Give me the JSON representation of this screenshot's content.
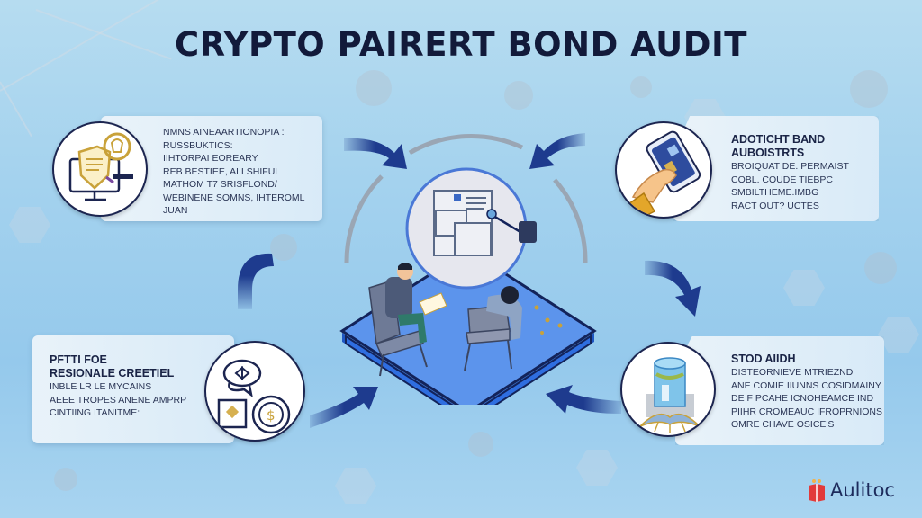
{
  "header": {
    "title": "CRYPTO PAIRERT  BOND  AUDIT"
  },
  "panels": {
    "top_left": {
      "icon": "security-shield-monitor-icon",
      "lines": [
        "NMNS AINEAARTIONOPIA :",
        "RUSSBUKTICS:",
        "IIHTORPAI EOREARY",
        "REB BESTIEE, ALLSHIFUL",
        "MATHOM T7 SRISFLOND/",
        "WEBINENE SOMNS, IHTEROML",
        "JUAN"
      ]
    },
    "top_right": {
      "icon": "hand-holding-phone-icon",
      "heading": [
        "ADOTICHT BAND",
        "AUBOISTRTS"
      ],
      "lines": [
        "BROIQUAT DE. PERMAIST",
        "COBL. COUDE TIEBPC",
        "SMBILTHEME.IMBG",
        "RACT OUT? UCTES"
      ]
    },
    "bottom_left": {
      "icon": "chat-coin-document-icon",
      "heading": [
        "PFTTI FOE",
        "RESIONALE CREETIEL"
      ],
      "lines": [
        "INBLE LR LE MYCAINS",
        "AEEE TROPES ANENE AMPRP",
        "CINTIING ITANITME:"
      ]
    },
    "bottom_right": {
      "icon": "data-cylinder-icon",
      "heading": [
        "STOD AIIDH"
      ],
      "lines": [
        "DISTEORNIEVE MTRIEZND",
        "ANE COMIE IIUNNS COSIDMAINY",
        "DE F PCAHE ICNOHEAMCE IND",
        "PIIHR CROMEAUC IFROPRNIONS",
        "OMRE CHAVE OSICE'S"
      ]
    }
  },
  "center": {
    "illustration": "auditors-meeting-on-platform"
  },
  "logo": {
    "text": "Aulitoc",
    "icon": "red-book-logo-icon"
  },
  "colors": {
    "title": "#121a3a",
    "arrow": "#1e3b8e",
    "platform": "#3d7be0",
    "panel": "#e6f1f9"
  }
}
